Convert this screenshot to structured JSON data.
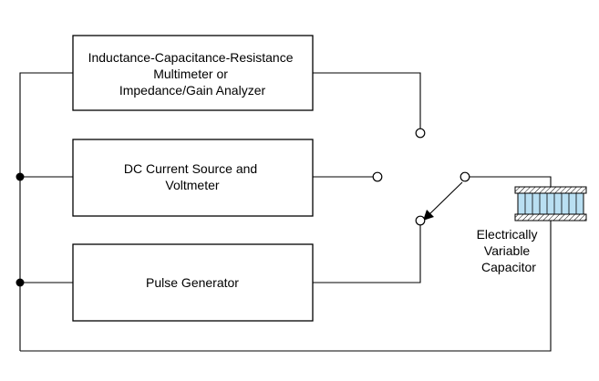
{
  "blocks": {
    "lcr_meter": {
      "lines": [
        "Inductance-Capacitance-Resistance",
        "Multimeter or",
        "Impedance/Gain Analyzer"
      ]
    },
    "dc_source": {
      "lines": [
        "DC Current Source and",
        "Voltmeter"
      ]
    },
    "pulse_gen": {
      "lines": [
        "Pulse Generator"
      ]
    }
  },
  "capacitor": {
    "lines": [
      "Electrically",
      "Variable",
      "Capacitor"
    ],
    "dielectric_color": "#b9dff2"
  }
}
